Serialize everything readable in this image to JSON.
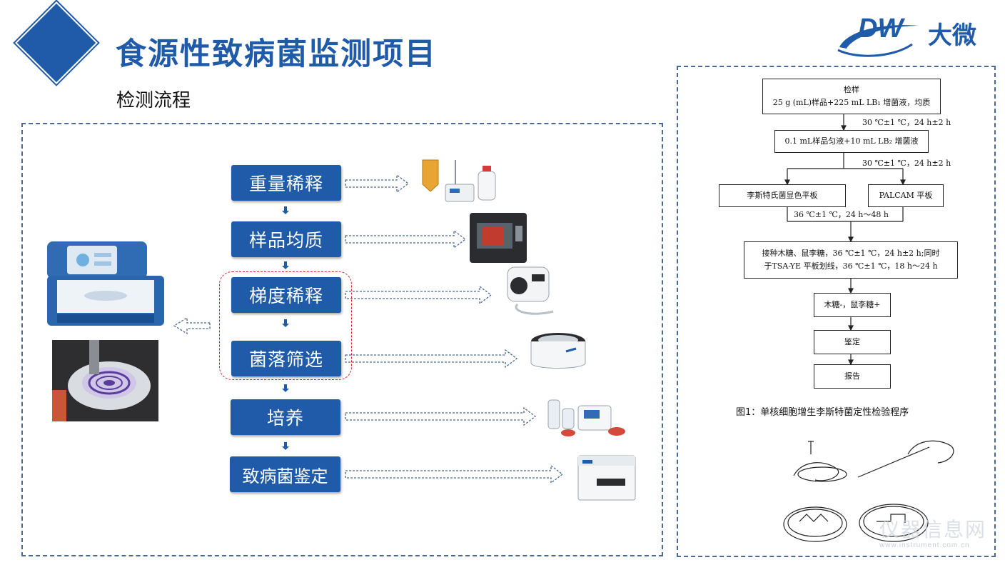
{
  "header": {
    "title": "食源性致病菌监测项目",
    "subtitle": "检测流程"
  },
  "logo": {
    "latin": "DW",
    "cn": "大微"
  },
  "steps": [
    {
      "label": "重量稀释"
    },
    {
      "label": "样品均质"
    },
    {
      "label": "梯度稀释"
    },
    {
      "label": "菌落筛选"
    },
    {
      "label": "培养"
    },
    {
      "label": "致病菌鉴定"
    }
  ],
  "flowchart": {
    "box1_line1": "检样",
    "box1_line2": "25 g (mL)样品+225 mL LB₁ 增菌液，均质",
    "cond1": "30 ℃±1 ℃，24 h±2 h",
    "box2": "0.1 mL样品匀液+10 mL LB₂ 增菌液",
    "cond2": "30 ℃±1 ℃，24 h±2 h",
    "box3a": "李斯特氏菌显色平板",
    "box3b": "PALCAM 平板",
    "cond3": "36 ℃±1 ℃，24 h～48 h",
    "box4_line1": "接种木糖、鼠李糖，36 ℃±1 ℃，24 h±2 h;同时",
    "box4_line2": "于TSA-YE 平板划线，36 ℃±1 ℃，18 h～24 h",
    "box5": "木糖-，鼠李糖+",
    "box6": "鉴定",
    "box7": "报告",
    "caption": "图1：单核细胞增生李斯特菌定性检验程序"
  },
  "watermark": {
    "cn": "仪器信息网",
    "en": "www.instrument.com.cn"
  },
  "colors": {
    "brand_blue": "#1f5ba8",
    "highlight_red": "#d2232a",
    "panel_border": "#4a6a8f"
  }
}
